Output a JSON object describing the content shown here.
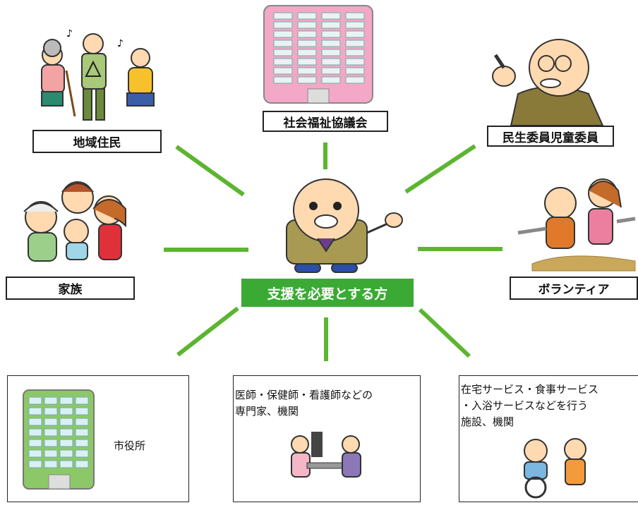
{
  "center": {
    "label": "支援を必要とする方",
    "icon": "elderly-man-icon"
  },
  "nodes": [
    {
      "id": "residents",
      "label": "地域住民",
      "icon": "community-residents-icon"
    },
    {
      "id": "council",
      "label": "社会福祉協議会",
      "icon": "pink-building-icon"
    },
    {
      "id": "welfare-commissioner",
      "label": "民生委員児童委員",
      "icon": "bald-man-pointing-icon"
    },
    {
      "id": "family",
      "label": "家族",
      "icon": "family-group-icon"
    },
    {
      "id": "volunteer",
      "label": "ボランティア",
      "icon": "volunteer-walking-icon"
    }
  ],
  "panels": {
    "city_hall": {
      "label": "市役所",
      "icon": "green-building-icon"
    },
    "medical": {
      "text": "医師・保健師・看護師などの\n専門家、機関",
      "icon": "nurse-checkup-icon"
    },
    "services": {
      "text": "在宅サービス・食事サービス\n・入浴サービスなどを行う\n施設、機関",
      "icon": "wheelchair-caregiver-icon"
    }
  },
  "colors": {
    "connector": "#5cb531",
    "center_bg": "#3aaa35",
    "council_building": "#f2a8c6",
    "city_building": "#8cc868"
  }
}
